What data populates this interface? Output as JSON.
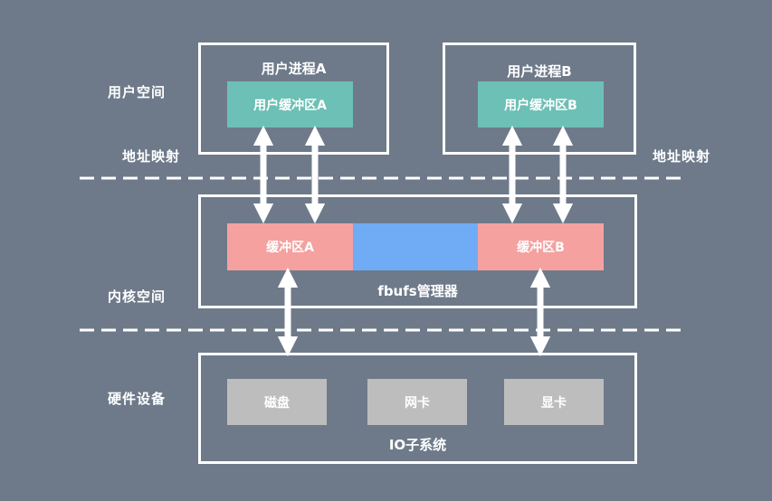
{
  "side_labels": {
    "user_space": "用户空间",
    "addr_map_left": "地址映射",
    "addr_map_right": "地址映射",
    "kernel_space": "内核空间",
    "hardware": "硬件设备"
  },
  "user_process_a": {
    "title": "用户进程A",
    "buffer": "用户缓冲区A"
  },
  "user_process_b": {
    "title": "用户进程B",
    "buffer": "用户缓冲区B"
  },
  "kernel": {
    "buffer_a": "缓冲区A",
    "buffer_b": "缓冲区B",
    "manager": "fbufs管理器"
  },
  "io_subsystem": {
    "title": "IO子系统",
    "devices": [
      "磁盘",
      "网卡",
      "显卡"
    ]
  },
  "colors": {
    "background": "#6e7a8a",
    "user_buffer": "#6cc0b5",
    "kernel_buffer": "#f4a1a0",
    "shared_region": "#70acf5",
    "device": "#bdbdbd",
    "line": "#ffffff"
  }
}
